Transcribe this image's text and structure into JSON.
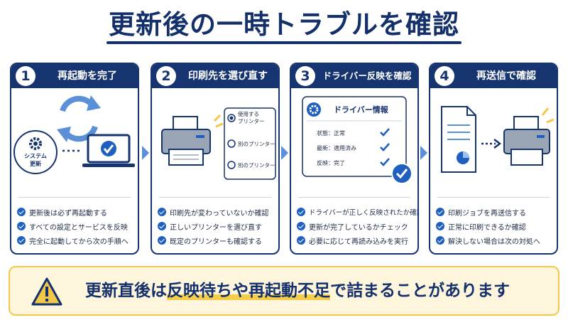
{
  "title": "更新後の一時トラブルを確認",
  "steps": [
    {
      "number": "1",
      "title": "再起動を完了",
      "illustration": {
        "badge_line1": "システム",
        "badge_line2": "更新"
      },
      "items": [
        "更新後は必ず再起動する",
        "すべての設定とサービスを反映",
        "完全に起動してから次の手順へ"
      ]
    },
    {
      "number": "2",
      "title": "印刷先を選び直す",
      "illustration": {
        "options": [
          "使用する",
          "プリンター",
          "別のプリンター",
          "別のプリンター"
        ]
      },
      "items": [
        "印刷先が変わっていないか確認",
        "正しいプリンターを選び直す",
        "既定のプリンターも確認する"
      ]
    },
    {
      "number": "3",
      "title": "ドライバー反映を確認",
      "illustration": {
        "panel_title": "ドライバー情報",
        "rows": [
          "状態：正常",
          "最新：適用済み",
          "反映：完了"
        ]
      },
      "items": [
        "ドライバーが正しく反映されたか確認",
        "更新が完了しているかチェック",
        "必要に応じて再読み込みを実行"
      ]
    },
    {
      "number": "4",
      "title": "再送信で確認",
      "illustration": {},
      "items": [
        "印刷ジョブを再送信する",
        "正常に印刷できるか確認",
        "解決しない場合は次の対処へ"
      ]
    }
  ],
  "banner": {
    "part1": "更新直後は",
    "highlight": "反映待ちや再起動不足",
    "part2": "で詰まることがあります"
  },
  "colors": {
    "navy": "#16346f",
    "accent": "#1f5fbf",
    "warning": "#f2c84b"
  }
}
